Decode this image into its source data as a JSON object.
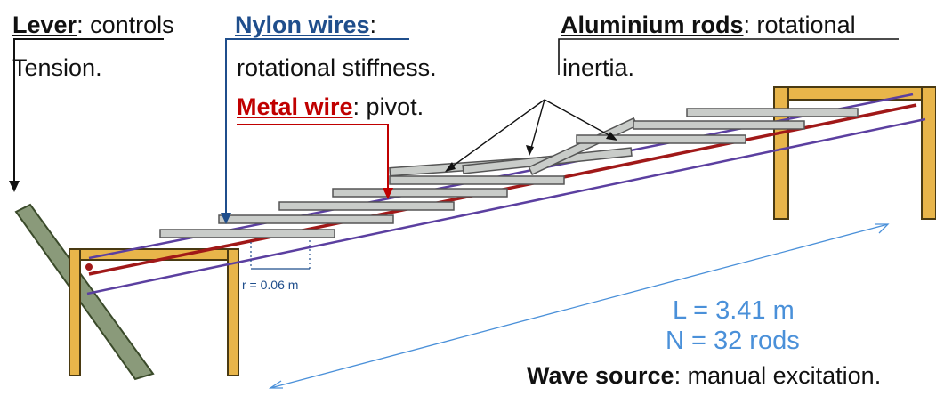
{
  "labels": {
    "lever": {
      "title": "Lever",
      "rest": ": controls",
      "line2": "Tension."
    },
    "nylon": {
      "title": "Nylon wires",
      "rest": ":",
      "line2": "rotational stiffness."
    },
    "metal": {
      "title": "Metal wire",
      "rest": ": pivot."
    },
    "aluminium": {
      "title": "Aluminium rods",
      "rest": ": rotational",
      "line2": "inertia."
    },
    "wave_source": {
      "title": "Wave source",
      "rest": ": manual excitation."
    }
  },
  "measurements": {
    "spacing": "r = 0.06 m",
    "length": "L = 3.41 m",
    "count": "N = 32 rods"
  },
  "colors": {
    "nylon": "#5b3fa0",
    "metal": "#a01818",
    "rod_fill": "#c9ccc9",
    "rod_stroke": "#555555",
    "table_fill": "#e8b54a",
    "table_stroke": "#4a3a12",
    "lever_fill": "#8a9a7a",
    "label_nylon": "#1f4e8c",
    "label_metal": "#c00000",
    "measure": "#4a90d9"
  }
}
